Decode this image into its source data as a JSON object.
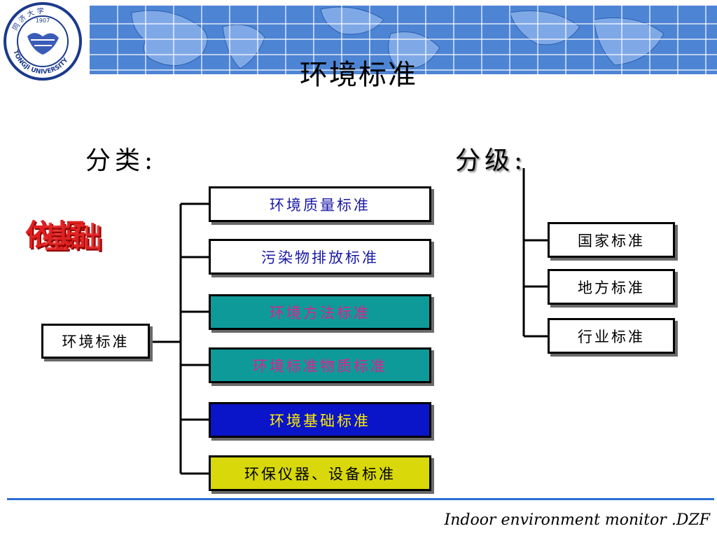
{
  "header": {
    "title": "环境标准",
    "logo": {
      "text_top": "同济大学",
      "year": "1907",
      "text_bottom": "TONGJI UNIVERSITY"
    }
  },
  "classification": {
    "heading": "分类:",
    "root": "环境标准",
    "overlay_words": [
      "依据",
      "基础"
    ],
    "items": [
      {
        "label": "环境质量标准",
        "bg": "#ffffff",
        "fg": "#1a1aa6"
      },
      {
        "label": "污染物排放标准",
        "bg": "#ffffff",
        "fg": "#1a1aa6"
      },
      {
        "label": "环境方法标准",
        "bg": "#0f9a9a",
        "fg": "#e0208a"
      },
      {
        "label": "环境标准物质标准",
        "bg": "#0f9a9a",
        "fg": "#e0208a"
      },
      {
        "label": "环境基础标准",
        "bg": "#0a14c8",
        "fg": "#ffee00"
      },
      {
        "label": "环保仪器、设备标准",
        "bg": "#d8d80a",
        "fg": "#000000"
      }
    ]
  },
  "grading": {
    "heading": "分级:",
    "items": [
      {
        "label": "国家标准"
      },
      {
        "label": "地方标准"
      },
      {
        "label": "行业标准"
      }
    ]
  },
  "footer": {
    "text": "Indoor environment monitor .DZF"
  }
}
